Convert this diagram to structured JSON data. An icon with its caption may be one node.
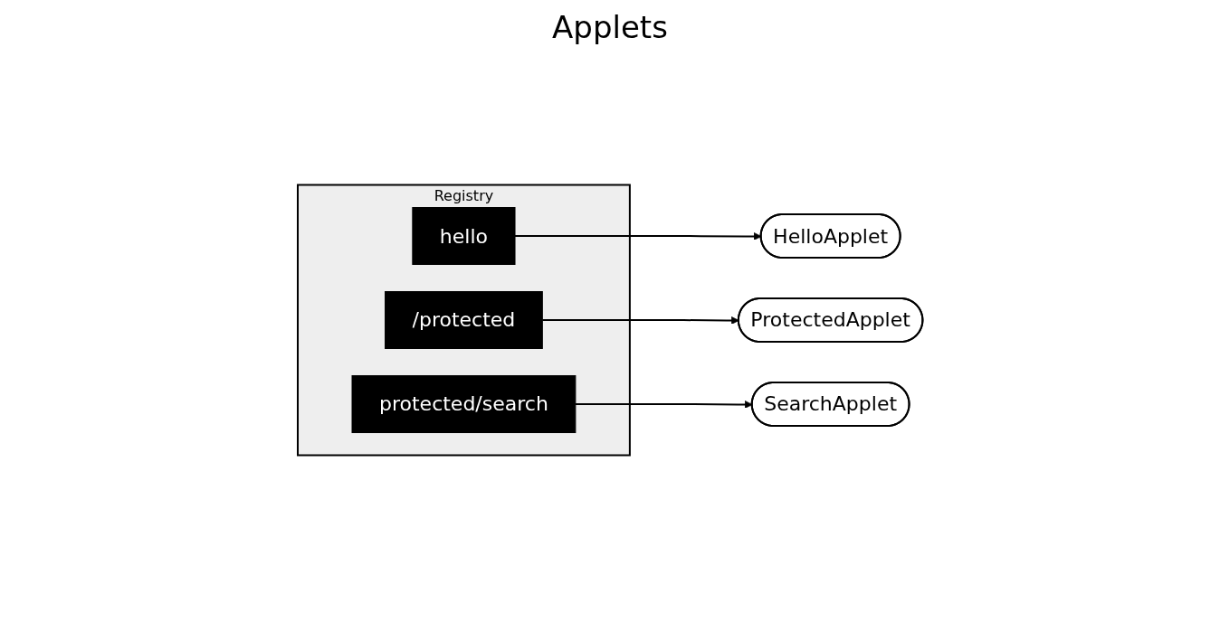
{
  "diagram": {
    "title": "Applets",
    "nodes": [
      {
        "text": [
          "Registry"
        ]
      },
      {
        "text": [
          "hello"
        ],
        "in": 0
      },
      {
        "text": [
          "/protected"
        ],
        "in": 0
      },
      {
        "text": [
          "protected/search"
        ],
        "in": 0
      },
      {
        "text": [
          "HelloApplet"
        ]
      },
      {
        "text": [
          "ProtectedApplet"
        ]
      },
      {
        "text": [
          "SearchApplet"
        ]
      }
    ],
    "edges": [
      {
        "from": 1,
        "to": 4,
        "arrow": "to"
      },
      {
        "from": 2,
        "to": 5,
        "arrow": "to"
      },
      {
        "from": 3,
        "to": 6,
        "arrow": "to"
      }
    ]
  }
}
